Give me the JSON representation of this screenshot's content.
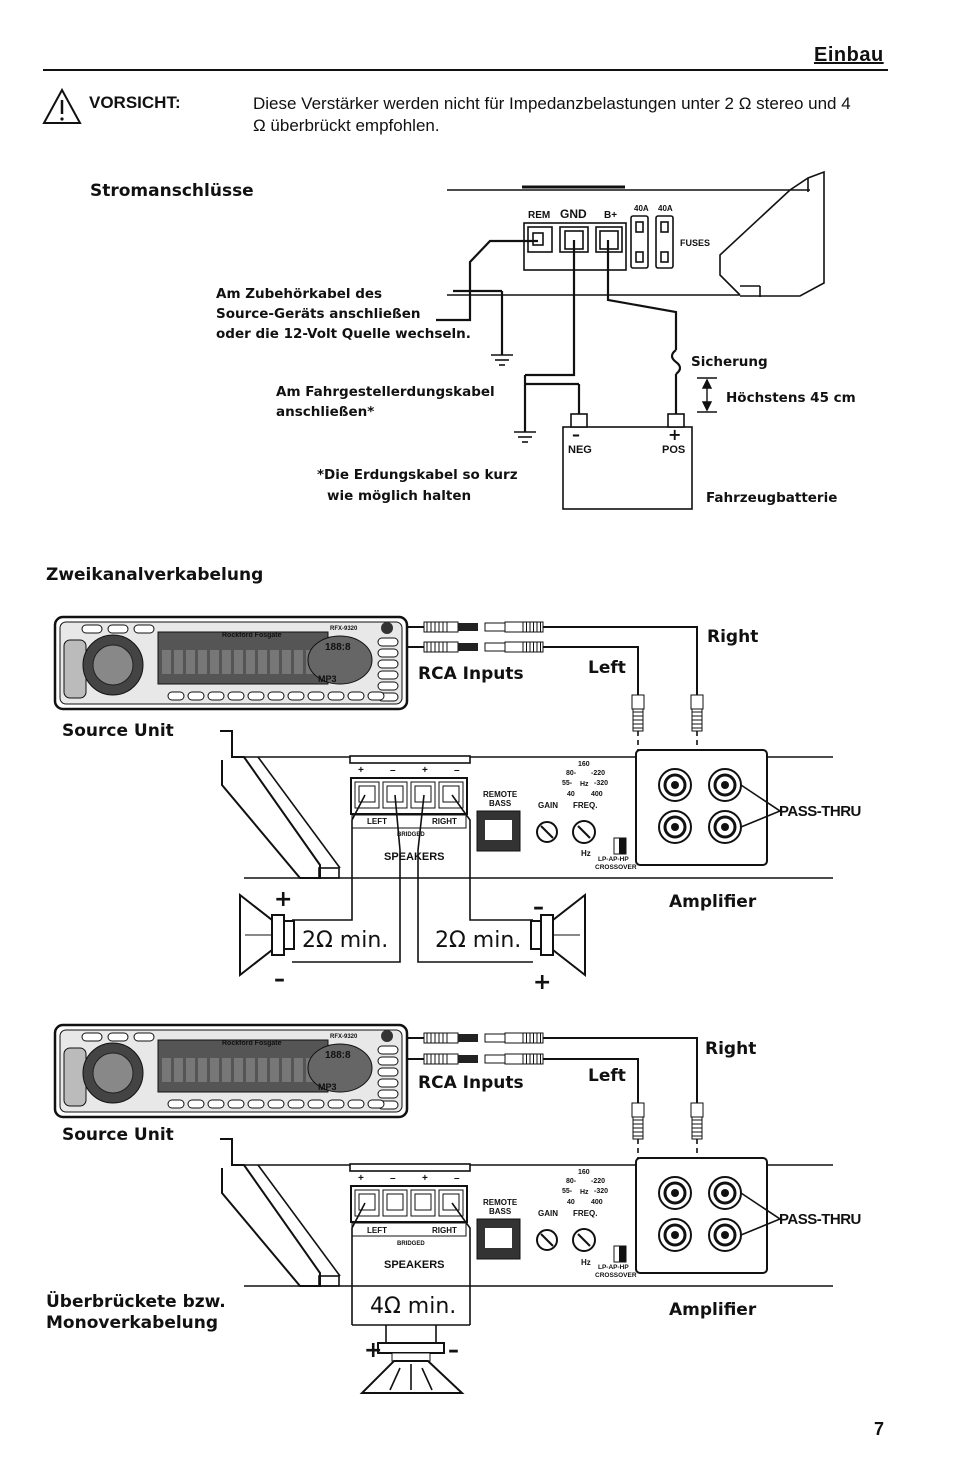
{
  "header": {
    "title": "Einbau",
    "page_number": "7"
  },
  "warning": {
    "label": "VORSICHT:",
    "text": "Diese Verstärker werden nicht für Impedanzbelastungen unter 2 Ω stereo und 4 Ω überbrückt empfohlen."
  },
  "power": {
    "title": "Stromanschlüsse",
    "terminal_rem": "REM",
    "terminal_gnd": "GND",
    "terminal_bplus": "B+",
    "fuse1": "40A",
    "fuse2": "40A",
    "fuses": "FUSES",
    "remote_note_1": "Am Zubehörkabel des",
    "remote_note_2": "Source-Geräts anschließen",
    "remote_note_3": "oder die 12-Volt Quelle wechseln.",
    "chassis_note_1": "Am Fahrgestellerdungskabel",
    "chassis_note_2": "anschließen*",
    "fuse_label": "Sicherung",
    "max_distance": "Höchstens 45 cm",
    "neg": "NEG",
    "pos": "POS",
    "minus_sign": "–",
    "plus_sign": "+",
    "ground_note_1": "*Die Erdungskabel so kurz",
    "ground_note_2": "wie möglich halten",
    "battery": "Fahrzeugbatterie"
  },
  "stereo": {
    "title": "Zweikanalverkabelung",
    "source_unit": "Source Unit",
    "rca_inputs": "RCA Inputs",
    "left": "Left",
    "right": "Right",
    "pass_thru": "PASS-THRU",
    "amplifier": "Amplifier",
    "speakers": "SPEAKERS",
    "bridged": "BRIDGED",
    "spk_left": "LEFT",
    "spk_right": "RIGHT",
    "remote_bass_1": "REMOTE",
    "remote_bass_2": "BASS",
    "gain": "GAIN",
    "freq": "FREQ.",
    "hz": "Hz",
    "crossover_1": "LP-AP-HP",
    "crossover_2": "CROSSOVER",
    "load_left": "2Ω min.",
    "load_right": "2Ω min.",
    "plus": "+",
    "minus": "–"
  },
  "bridged": {
    "title_1": "Überbrückete bzw.",
    "title_2": "Monoverkabelung",
    "source_unit": "Source Unit",
    "rca_inputs": "RCA Inputs",
    "left": "Left",
    "right": "Right",
    "pass_thru": "PASS-THRU",
    "amplifier": "Amplifier",
    "speakers": "SPEAKERS",
    "bridged": "BRIDGED",
    "spk_left": "LEFT",
    "spk_right": "RIGHT",
    "remote_bass_1": "REMOTE",
    "remote_bass_2": "BASS",
    "gain": "GAIN",
    "freq": "FREQ.",
    "hz": "Hz",
    "crossover_1": "LP-AP-HP",
    "crossover_2": "CROSSOVER",
    "load": "4Ω min.",
    "plus": "+",
    "minus": "–"
  },
  "headunit": {
    "model": "RFX-9320",
    "brand": "Rockford Fosgate",
    "display": "188:8",
    "mp3": "MP3"
  }
}
